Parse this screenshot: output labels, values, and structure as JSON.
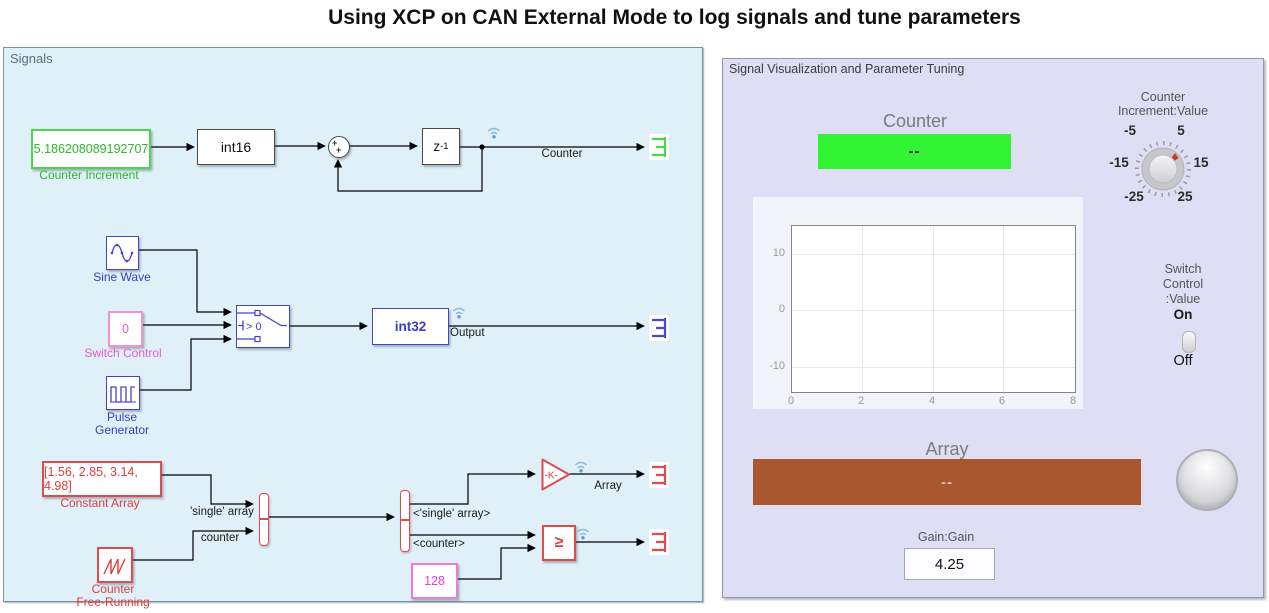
{
  "title": "Using XCP on CAN External Mode to log signals and tune parameters",
  "signals": {
    "panel_label": "Signals",
    "counter_increment_value": "5.186208089192707",
    "counter_increment_label": "Counter Increment",
    "int16_label": "int16",
    "sum_sign_top": "+",
    "sum_sign_bottom": "+",
    "unit_delay_base": "z",
    "unit_delay_exp": "-1",
    "counter_signal": "Counter",
    "sine_wave_label": "Sine Wave",
    "switch_control_value": "0",
    "switch_control_label": "Switch Control",
    "pulse_label1": "Pulse",
    "pulse_label2": "Generator",
    "switch_threshold": "> 0",
    "int32_label": "int32",
    "output_signal": "Output",
    "constant_array_value": "[1.56, 2.85, 3.14, 4.98]",
    "constant_array_label": "Constant Array",
    "counter_free_label1": "Counter",
    "counter_free_label2": "Free-Running",
    "single_array_wire": "'single' array",
    "counter_wire": "counter",
    "single_array_tag": "<'single' array>",
    "counter_tag": "<counter>",
    "gain_label": "-K-",
    "array_signal": "Array",
    "relational_label": "≥",
    "const128_value": "128"
  },
  "tuning": {
    "panel_label": "Signal Visualization and Parameter Tuning",
    "counter_title": "Counter",
    "counter_value": "--",
    "knob_label1": "Counter",
    "knob_label2": "Increment:Value",
    "knob_ticks": [
      "-5",
      "5",
      "-15",
      "15",
      "-25",
      "25"
    ],
    "switch_label1": "Switch",
    "switch_label2": "Control",
    "switch_label3": ":Value",
    "switch_on": "On",
    "switch_off": "Off",
    "array_title": "Array",
    "array_value": "--",
    "gain_label": "Gain:Gain",
    "gain_value": "4.25"
  },
  "chart_data": {
    "type": "line",
    "title": "",
    "xlabel": "",
    "ylabel": "",
    "xlim": [
      0,
      8
    ],
    "ylim": [
      -15,
      15
    ],
    "xticks": [
      "0",
      "2",
      "4",
      "6",
      "8"
    ],
    "yticks": [
      "10",
      "0",
      "-10"
    ],
    "grid": true,
    "legend": false,
    "series": []
  },
  "colors": {
    "canvas_blue": "#dff0f9",
    "panel_lavender": "#dedef5",
    "block_green": "#4ed44e",
    "block_blue": "#4444c8",
    "block_red": "#e04b4b",
    "block_pink": "#f193d3",
    "display_green": "#33f433",
    "display_brown": "#a8572e",
    "needle_red": "#d43030"
  }
}
